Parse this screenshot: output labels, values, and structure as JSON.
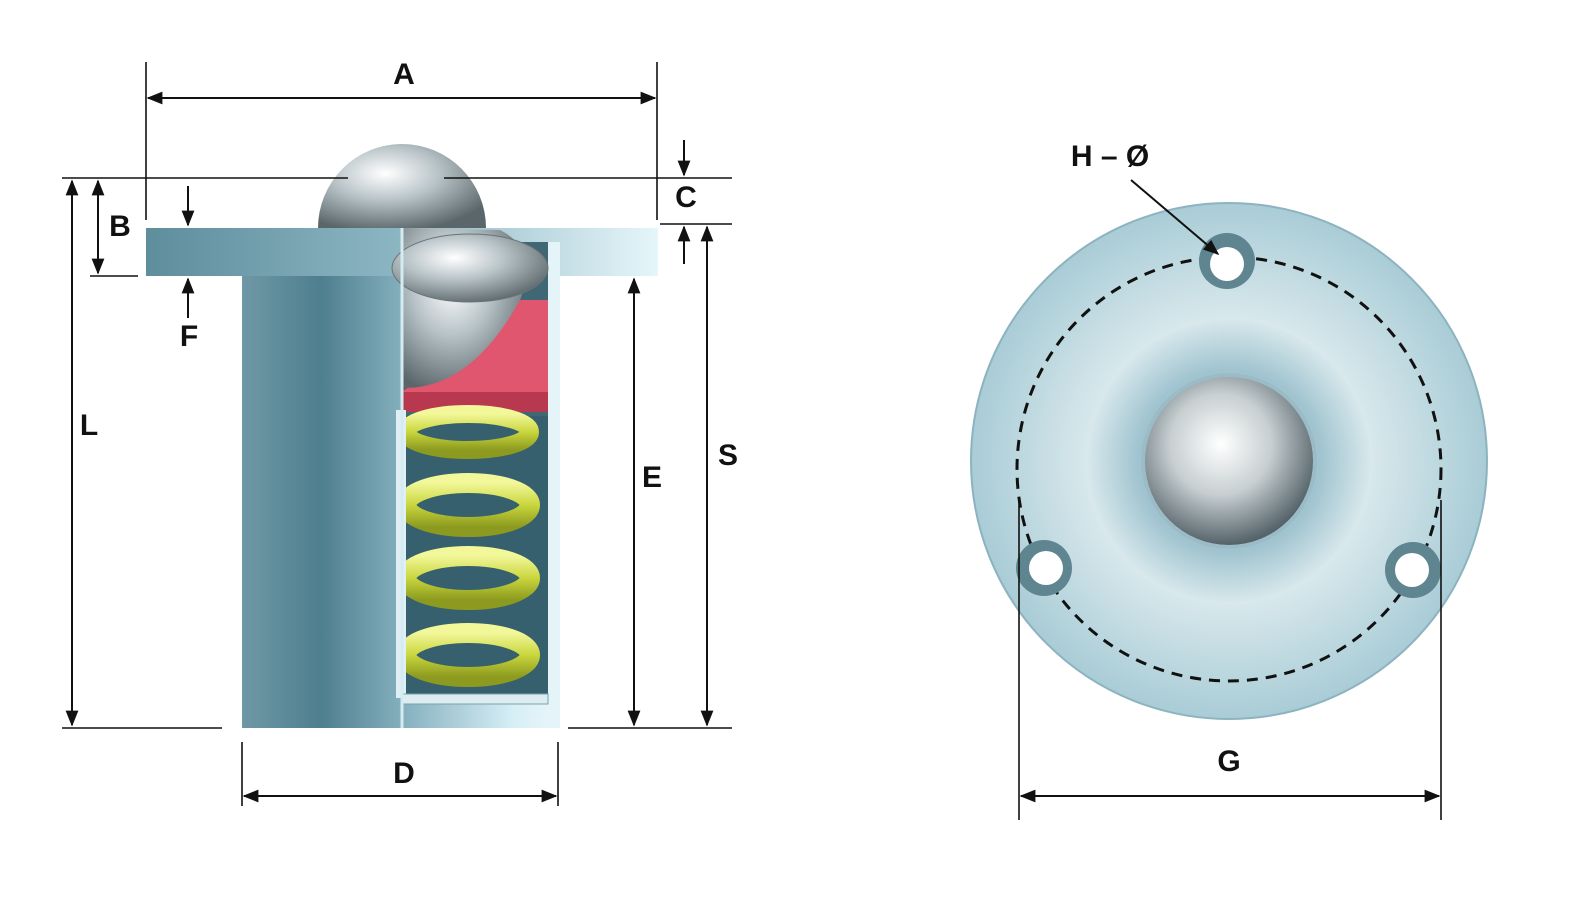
{
  "labels": {
    "A": "A",
    "B": "B",
    "C": "C",
    "D": "D",
    "E": "E",
    "F": "F",
    "G": "G",
    "H": "H – Ø",
    "L": "L",
    "S": "S"
  },
  "colors": {
    "steel_light": "#dbeef4",
    "steel_mid": "#9fc3cf",
    "steel_dark": "#4e7f8f",
    "ball": "#c9d3d6",
    "spring": "#d6e05a",
    "seat": "#e0566f",
    "line": "#111111"
  }
}
